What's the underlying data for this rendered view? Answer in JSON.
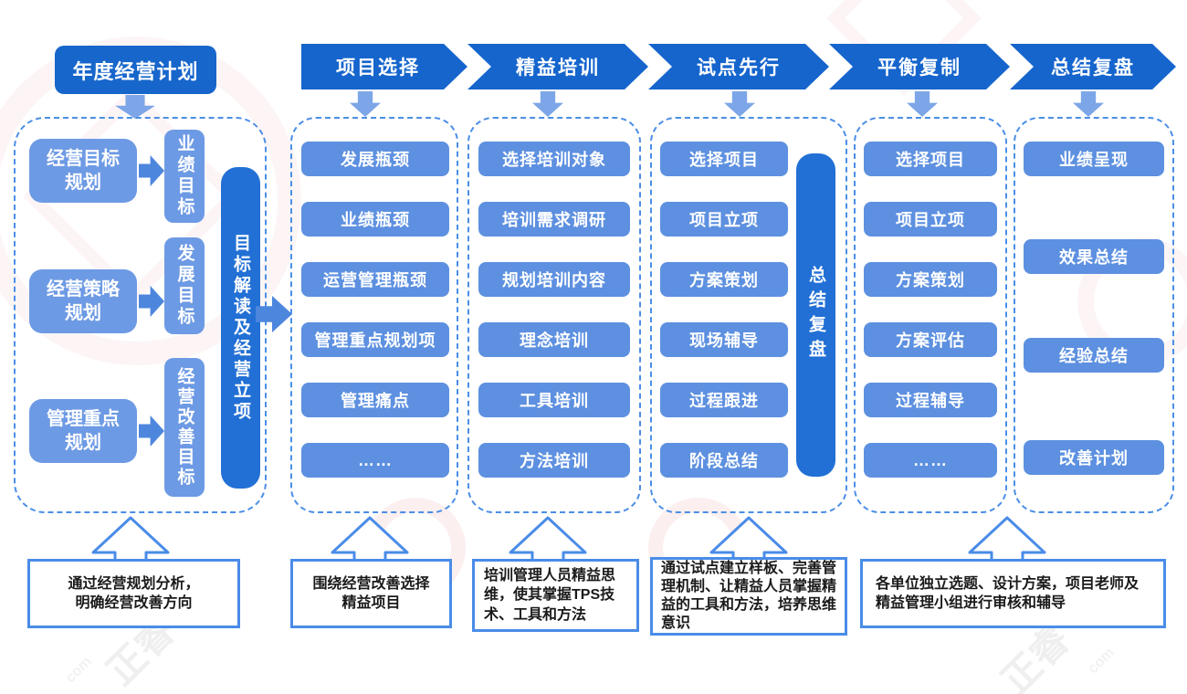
{
  "page": {
    "title": "年度经营计划"
  },
  "phases": [
    "项目选择",
    "精益培训",
    "试点先行",
    "平衡复制",
    "总结复盘"
  ],
  "planning": {
    "rows": [
      {
        "source": "经营目标规划",
        "target": "业绩目标"
      },
      {
        "source": "经营策略规划",
        "target": "发展目标"
      },
      {
        "source": "管理重点规划",
        "target": "经营改善目标"
      }
    ],
    "sidebar": "目标解读及经营立项"
  },
  "columns": [
    {
      "items": [
        "发展瓶颈",
        "业绩瓶颈",
        "运营管理瓶颈",
        "管理重点规划项",
        "管理痛点",
        "……"
      ]
    },
    {
      "items": [
        "选择培训对象",
        "培训需求调研",
        "规划培训内容",
        "理念培训",
        "工具培训",
        "方法培训"
      ]
    },
    {
      "items": [
        "选择项目",
        "项目立项",
        "方案策划",
        "现场辅导",
        "过程跟进",
        "阶段总结"
      ],
      "sidebar": "总结复盘"
    },
    {
      "items": [
        "选择项目",
        "项目立项",
        "方案策划",
        "方案评估",
        "过程辅导",
        "……"
      ]
    },
    {
      "items": [
        "业绩呈现",
        "效果总结",
        "经验总结",
        "改善计划"
      ]
    }
  ],
  "footnotes": [
    "通过经营规划分析，\n明确经营改善方向",
    "围绕经营改善选择\n精益项目",
    "培训管理人员精益思维，使其掌握TPS技术、工具和方法",
    "通过试点建立样板、完善管理机制、让精益人员掌握精益的工具和方法，培养思维意识",
    "各单位独立选题、设计方案，项目老师及精益管理小组进行审核和辅导"
  ],
  "watermarks": {
    "glyph": "正睿",
    "latin": "com"
  },
  "colors": {
    "chevron_blue": "#1565cd",
    "title_blue": "#1766cb",
    "button_blue": "#5d90e0",
    "light_box_blue": "#6d9ae4",
    "bar_blue": "#2270d5",
    "dashed_border": "#4b8ee6",
    "note_border": "#4a8ce8",
    "arrow_light_blue": "#7da6e8",
    "text_dark": "#1a1a1a"
  }
}
